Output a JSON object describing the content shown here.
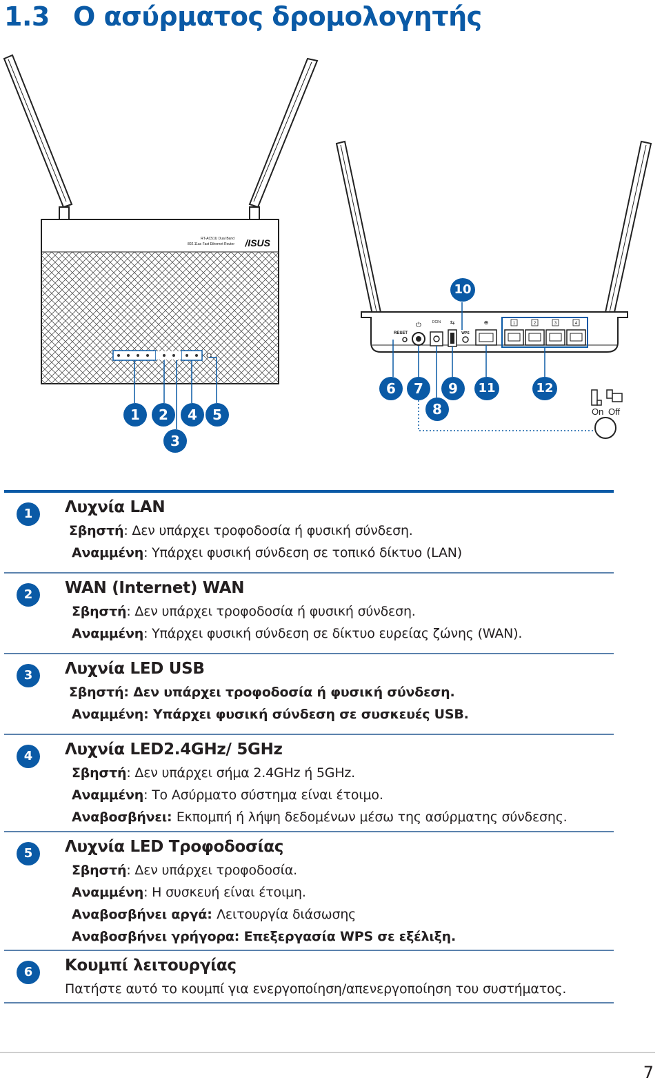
{
  "header": {
    "section_number": "1.3",
    "title": "Ο ασύρματος δρομολογητής"
  },
  "figure": {
    "brand": "/ISUS",
    "model_line1": "RT-AC51U Dual Band",
    "model_line2": "802.11ac Fast Ethernet Router",
    "port_labels": {
      "reset": "RESET",
      "dcin": "DCIN",
      "wps": "WPS"
    },
    "lan_port_numbers": [
      "1",
      "2",
      "3",
      "4"
    ],
    "callouts_front": [
      "1",
      "2",
      "3",
      "4",
      "5"
    ],
    "callouts_back": [
      "6",
      "7",
      "8",
      "9",
      "10",
      "11",
      "12"
    ],
    "switch_on": "On",
    "switch_off": "Off"
  },
  "items": [
    {
      "number": "1",
      "title": "Λυχνία LAN",
      "lines": [
        {
          "label": "Σβηστή",
          "sep": ": ",
          "text": "Δεν υπάρχει τροφοδοσία ή φυσική σύνδεση."
        },
        {
          "label": "Αναμμένη",
          "sep": ": ",
          "text": "Υπάρχει φυσική σύνδεση σε τοπικό δίκτυο (LAN)"
        }
      ]
    },
    {
      "number": "2",
      "title": "WAN (Internet) WAN",
      "lines": [
        {
          "label": "Σβηστή",
          "sep": ": ",
          "text": "Δεν υπάρχει τροφοδοσία ή φυσική σύνδεση."
        },
        {
          "label": "Αναμμένη",
          "sep": ": ",
          "text": "Υπάρχει φυσική σύνδεση σε δίκτυο ευρείας ζώνης (WAN)."
        }
      ]
    },
    {
      "number": "3",
      "title": "Λυχνία LED USB",
      "lines": [
        {
          "label": "Σβηστή",
          "sep": ": ",
          "text": "Δεν υπάρχει τροφοδοσία ή φυσική σύνδεση."
        },
        {
          "label": "Αναμμένη",
          "sep": ": ",
          "text": "Υπάρχει φυσική σύνδεση σε συσκευές USB."
        }
      ]
    },
    {
      "number": "4",
      "title": "Λυχνία LED2.4GHz/ 5GHz",
      "lines": [
        {
          "label": "Σβηστή",
          "sep": ": ",
          "text": "Δεν υπάρχει σήμα 2.4GHz ή 5GHz."
        },
        {
          "label": "Αναμμένη",
          "sep": ": ",
          "text": "Το Ασύρματο σύστημα είναι έτοιμο."
        },
        {
          "label": "Αναβοσβήνει",
          "sep": ": ",
          "text": "Εκπομπή ή λήψη δεδομένων μέσω της ασύρματης σύνδεσης."
        }
      ]
    },
    {
      "number": "5",
      "title": "Λυχνία LED Τροφοδοσίας",
      "lines": [
        {
          "label": "Σβηστή",
          "sep": ": ",
          "text": "Δεν υπάρχει τροφοδοσία."
        },
        {
          "label": "Αναμμένη",
          "sep": ": ",
          "text": "Η συσκευή είναι έτοιμη."
        },
        {
          "label": "Αναβοσβήνει αργά",
          "sep": ": ",
          "text": "Λειτουργία διάσωσης"
        },
        {
          "label": "Αναβοσβήνει γρήγορα",
          "sep": ": ",
          "text": "Επεξεργασία WPS σε εξέλιξη."
        }
      ]
    },
    {
      "number": "6",
      "title": "Κουμπί λειτουργίας",
      "lines": [
        {
          "label": "",
          "sep": "",
          "text": "Πατήστε αυτό το κουμπί για ενεργοποίηση/απενεργοποίηση του συστήματος."
        }
      ]
    }
  ],
  "footer": {
    "page_number": "7"
  }
}
